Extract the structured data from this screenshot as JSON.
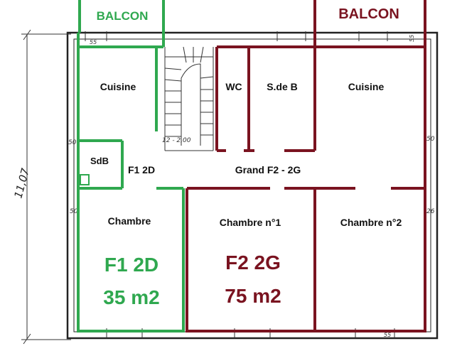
{
  "balconies": {
    "left": "BALCON",
    "right": "BALCON"
  },
  "dimensions": {
    "height": "11,07",
    "stair": "12 - 2,00",
    "wall_mark": "50",
    "window_mark": "55",
    "right_mark": "26"
  },
  "rooms": {
    "f1_kitchen": "Cuisine",
    "f1_bath": "SdB",
    "f1_bedroom": "Chambre",
    "wc": "WC",
    "f2_bath": "S.de B",
    "f2_kitchen": "Cuisine",
    "f2_bedroom1": "Chambre  n°1",
    "f2_bedroom2": "Chambre  n°2"
  },
  "corridors": {
    "f1": "F1 2D",
    "f2": "Grand  F2 - 2G"
  },
  "units": {
    "f1": {
      "name": "F1  2D",
      "area": "35 m2",
      "color": "#2fa84f"
    },
    "f2": {
      "name": "F2   2G",
      "area": "75  m2",
      "color": "#7a1320"
    }
  }
}
